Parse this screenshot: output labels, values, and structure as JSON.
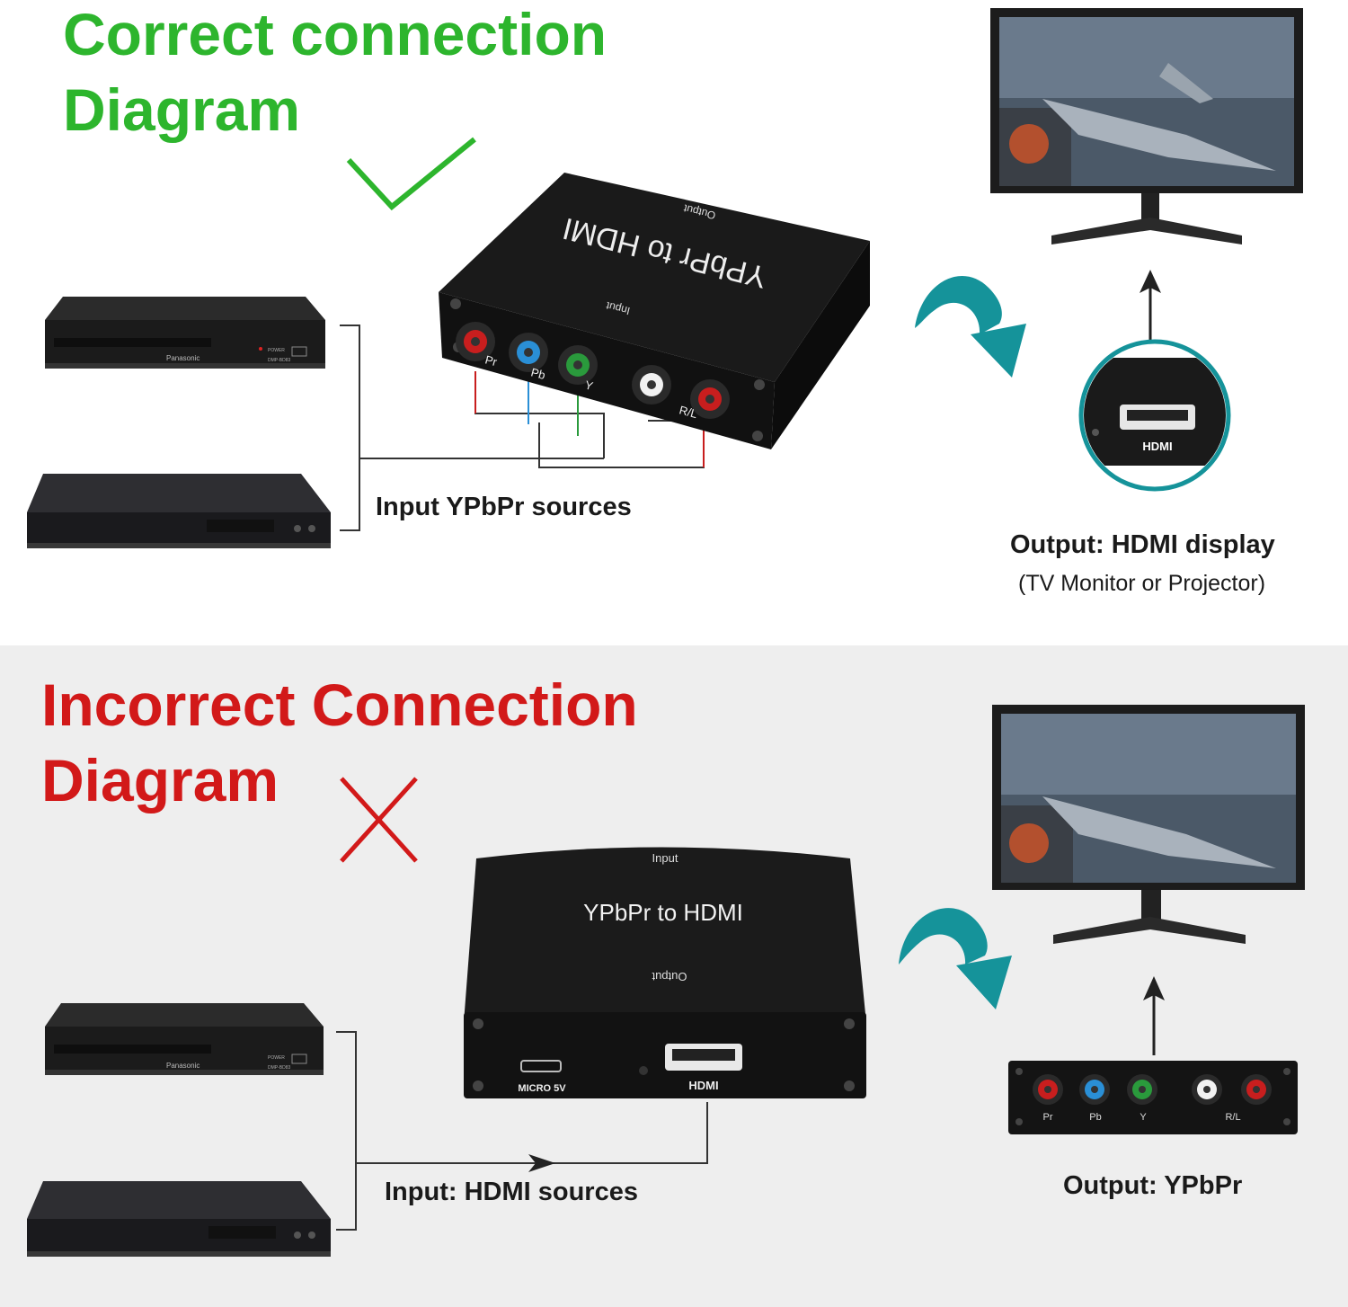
{
  "correct": {
    "title_line1": "Correct connection",
    "title_line2": "Diagram",
    "title_color": "#2db52d",
    "converter": {
      "label": "YPbPr to HDMI",
      "output_label": "Output",
      "input_label": "Input",
      "ports": [
        "Pr",
        "Pb",
        "Y",
        "R/L"
      ]
    },
    "players": {
      "brand": "Panasonic",
      "power_label": "POWER",
      "model": "DMP-BD83"
    },
    "source_caption": "Input YPbPr sources",
    "hdmi_port_label": "HDMI",
    "output_caption": "Output: HDMI display",
    "output_sub": "(TV Monitor or Projector)"
  },
  "incorrect": {
    "title_line1": "Incorrect Connection",
    "title_line2": "Diagram",
    "title_color": "#d21919",
    "converter": {
      "input_label": "Input",
      "label": "YPbPr to HDMI",
      "output_label": "Output",
      "micro_label": "MICRO 5V",
      "hdmi_label": "HDMI"
    },
    "players": {
      "brand": "Panasonic",
      "power_label": "POWER",
      "model": "DMP-BD83"
    },
    "source_caption": "Input: HDMI sources",
    "ypbpr_ports": [
      "Pr",
      "Pb",
      "Y",
      "R/L"
    ],
    "output_caption": "Output: YPbPr"
  },
  "colors": {
    "check": "#2db52d",
    "cross": "#d21919",
    "arrow": "#15939a",
    "red": "#c81e1e",
    "blue": "#2a8fd6",
    "green": "#2a9a3c",
    "white": "#f2f2f2"
  }
}
